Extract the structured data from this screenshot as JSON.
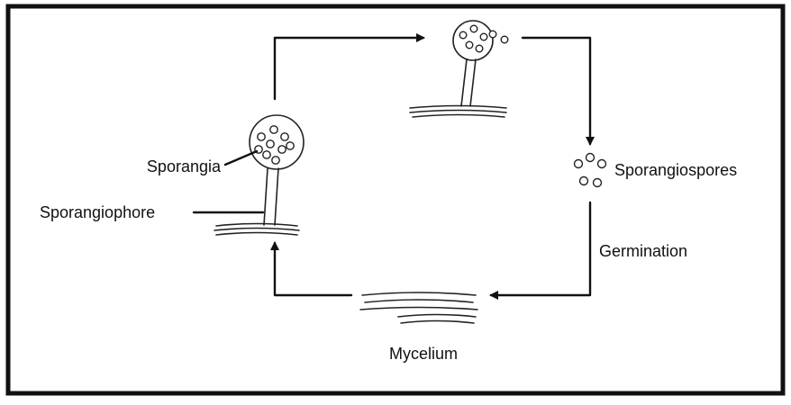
{
  "labels": {
    "sporangia": "Sporangia",
    "sporangiophore": "Sporangiophore",
    "sporangiospores": "Sporangiospores",
    "germination": "Germination",
    "mycelium": "Mycelium"
  }
}
